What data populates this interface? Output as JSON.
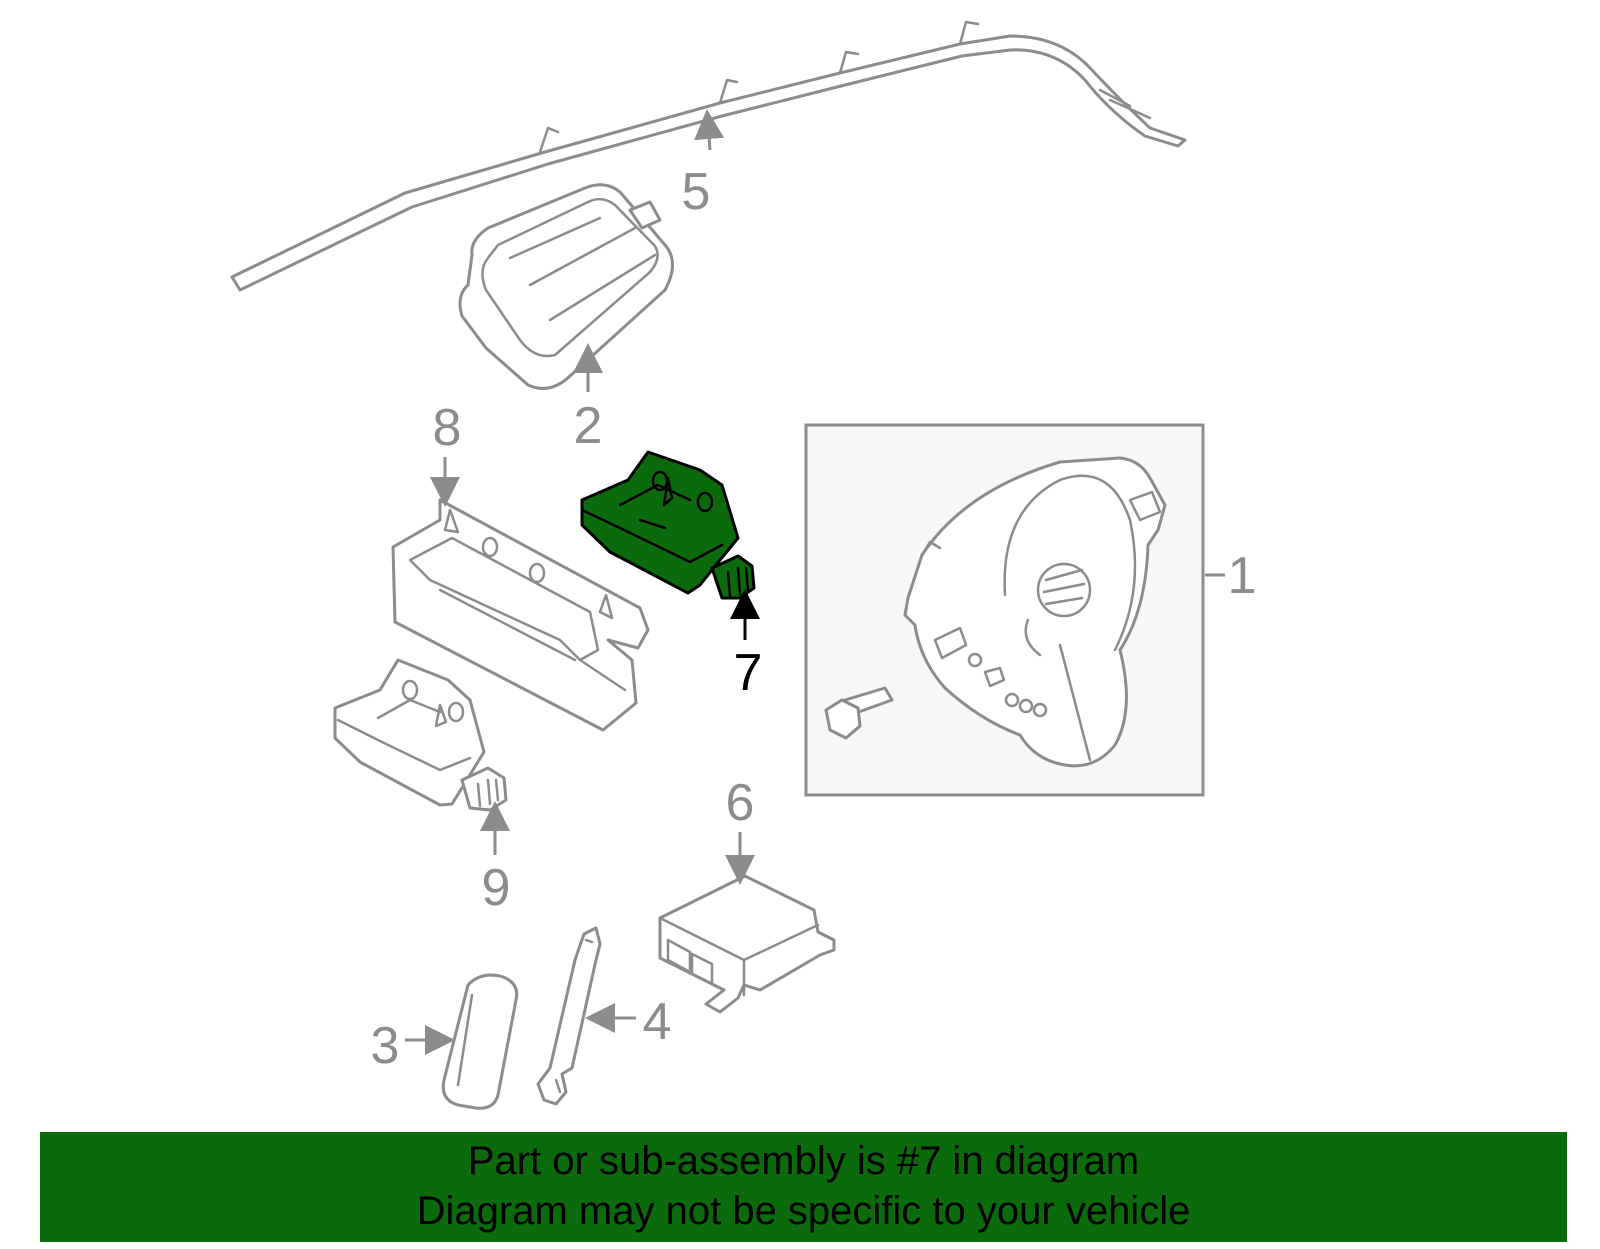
{
  "callouts": {
    "c1": "1",
    "c2": "2",
    "c3": "3",
    "c4": "4",
    "c5": "5",
    "c6": "6",
    "c7": "7",
    "c8": "8",
    "c9": "9"
  },
  "highlight": {
    "part": "7",
    "color": "#0b6a0b"
  },
  "banner": {
    "line1": "Part or sub-assembly is #7 in diagram",
    "line2": "Diagram may not be specific to your vehicle",
    "background": "#0b6a0b"
  }
}
